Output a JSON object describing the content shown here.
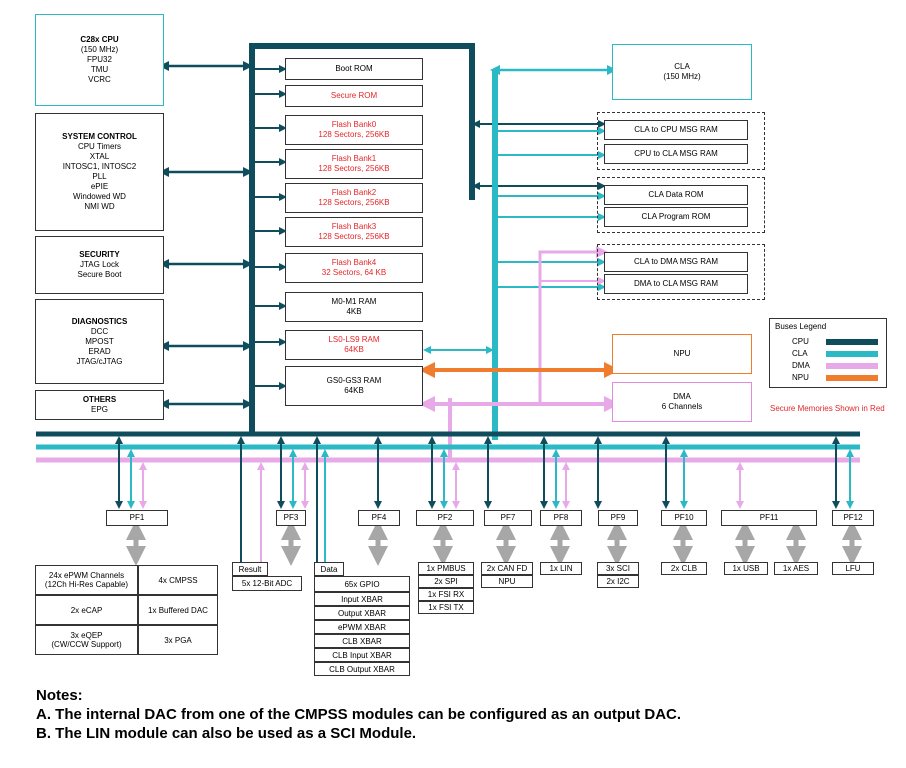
{
  "left_blocks": {
    "cpu": {
      "title": "C28x CPU",
      "lines": [
        "(150 MHz)",
        "FPU32",
        "TMU",
        "VCRC"
      ]
    },
    "system_control": {
      "title": "SYSTEM CONTROL",
      "lines": [
        "CPU Timers",
        "XTAL",
        "INTOSC1, INTOSC2",
        "PLL",
        "ePIE",
        "Windowed WD",
        "NMI WD"
      ]
    },
    "security": {
      "title": "SECURITY",
      "lines": [
        "JTAG Lock",
        "Secure Boot"
      ]
    },
    "diagnostics": {
      "title": "DIAGNOSTICS",
      "lines": [
        "DCC",
        "MPOST",
        "ERAD",
        "JTAG/cJTAG"
      ]
    },
    "others": {
      "title": "OTHERS",
      "lines": [
        "EPG"
      ]
    }
  },
  "memories": [
    {
      "line1": "Boot ROM",
      "line2": "",
      "secure": false
    },
    {
      "line1": "Secure ROM",
      "line2": "",
      "secure": true
    },
    {
      "line1": "Flash Bank0",
      "line2": "128 Sectors, 256KB",
      "secure": true
    },
    {
      "line1": "Flash Bank1",
      "line2": "128 Sectors, 256KB",
      "secure": true
    },
    {
      "line1": "Flash Bank2",
      "line2": "128 Sectors, 256KB",
      "secure": true
    },
    {
      "line1": "Flash Bank3",
      "line2": "128 Sectors, 256KB",
      "secure": true
    },
    {
      "line1": "Flash Bank4",
      "line2": "32 Sectors, 64 KB",
      "secure": true
    },
    {
      "line1": "M0-M1 RAM",
      "line2": "4KB",
      "secure": false
    },
    {
      "line1": "LS0-LS9 RAM",
      "line2": "64KB",
      "secure": true
    },
    {
      "line1": "GS0-GS3 RAM",
      "line2": "64KB",
      "secure": false
    }
  ],
  "right_blocks": {
    "cla": {
      "line1": "CLA",
      "line2": "(150 MHz)"
    },
    "cla_cpu_msg": "CLA to CPU MSG RAM",
    "cpu_cla_msg": "CPU to CLA MSG RAM",
    "cla_data_rom": "CLA Data ROM",
    "cla_prog_rom": "CLA Program ROM",
    "cla_dma_msg": "CLA to DMA MSG RAM",
    "dma_cla_msg": "DMA to CLA MSG RAM",
    "npu": "NPU",
    "dma": {
      "line1": "DMA",
      "line2": "6 Channels"
    }
  },
  "legend": {
    "title": "Buses Legend",
    "items": [
      {
        "label": "CPU",
        "color": "#0f4c5c"
      },
      {
        "label": "CLA",
        "color": "#2bb9c6"
      },
      {
        "label": "DMA",
        "color": "#e7a9e7"
      },
      {
        "label": "NPU",
        "color": "#ef7d2d"
      }
    ]
  },
  "secure_note": "Secure Memories Shown in Red",
  "pf": [
    "PF1",
    "PF3",
    "PF4",
    "PF2",
    "PF7",
    "PF8",
    "PF9",
    "PF10",
    "PF11",
    "PF12"
  ],
  "result_label": "Result",
  "data_label": "Data",
  "peripherals": {
    "pf1": [
      "24x ePWM Channels",
      "(12Ch Hi-Res Capable)",
      "4x CMPSS",
      "2x eCAP",
      "1x Buffered DAC",
      "3x eQEP",
      "(CW/CCW Support)",
      "3x PGA"
    ],
    "pf3": [
      "5x 12-Bit ADC"
    ],
    "pf4": [
      "65x GPIO",
      "Input XBAR",
      "Output XBAR",
      "ePWM XBAR",
      "CLB XBAR",
      "CLB Input XBAR",
      "CLB Output XBAR"
    ],
    "pf2": [
      "1x PMBUS",
      "2x SPI",
      "1x FSI RX",
      "1x FSI TX"
    ],
    "pf7": [
      "2x CAN FD",
      "NPU"
    ],
    "pf8": [
      "1x LIN"
    ],
    "pf9": [
      "3x SCI",
      "2x I2C"
    ],
    "pf10": [
      "2x CLB"
    ],
    "pf11": [
      "1x USB",
      "1x AES"
    ],
    "pf12": [
      "LFU"
    ]
  },
  "notes": {
    "title": "Notes:",
    "a": "A. The internal DAC from one of the CMPSS modules can be configured as an output DAC.",
    "b": "B. The LIN module can also be used as a SCI Module."
  }
}
